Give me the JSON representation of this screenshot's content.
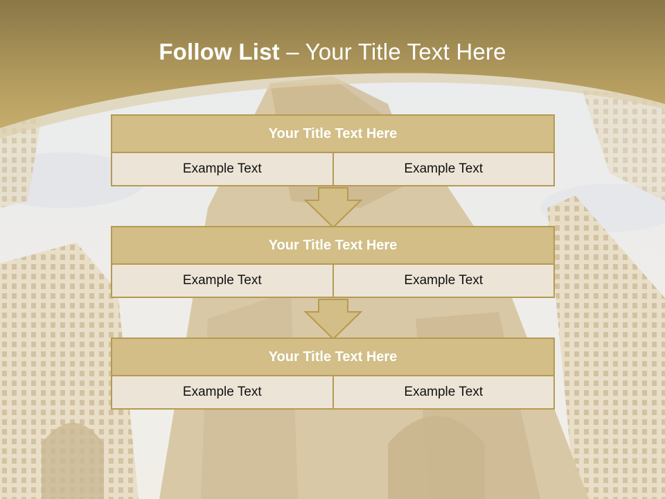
{
  "slide": {
    "title_bold": "Follow List",
    "title_rest": " – Your Title Text Here"
  },
  "steps": [
    {
      "title": "Your Title Text Here",
      "left": "Example Text",
      "right": "Example Text"
    },
    {
      "title": "Your Title Text Here",
      "left": "Example Text",
      "right": "Example Text"
    },
    {
      "title": "Your Title Text Here",
      "left": "Example Text",
      "right": "Example Text"
    }
  ],
  "colors": {
    "header_band": "#b19a5d",
    "box_header": "#d2be86",
    "box_border": "#b59a52",
    "cell_fill": "#ece4d6"
  },
  "background_image": "faded-gothic-church-and-skyscrapers-photo"
}
